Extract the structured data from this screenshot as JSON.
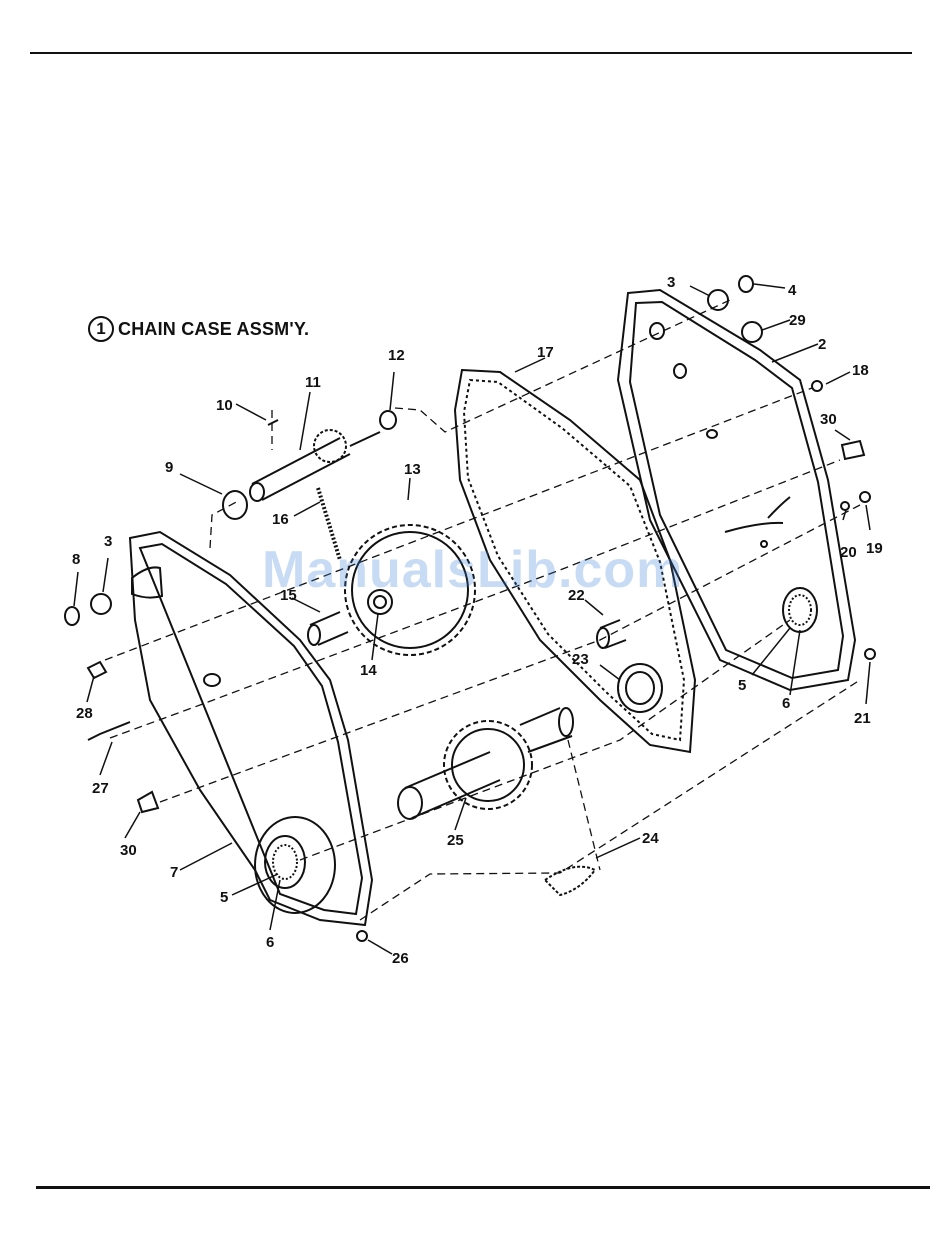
{
  "title": {
    "number": "1",
    "text": "CHAIN CASE ASSM'Y."
  },
  "watermark": "ManualsLib.com",
  "callouts": {
    "c1": "2",
    "c2": "3",
    "c3": "3",
    "c4": "4",
    "c5": "5",
    "c6": "5",
    "c7": "6",
    "c8": "6",
    "c9": "7",
    "c10": "8",
    "c11": "9",
    "c12": "10",
    "c13": "11",
    "c14": "12",
    "c15": "13",
    "c16": "14",
    "c17": "15",
    "c18": "16",
    "c19": "17",
    "c20": "18",
    "c21": "19",
    "c22": "20",
    "c23": "21",
    "c24": "22",
    "c25": "23",
    "c26": "24",
    "c27": "25",
    "c28": "26",
    "c29": "27",
    "c30": "28",
    "c31": "29",
    "c32": "30",
    "c33": "30"
  }
}
